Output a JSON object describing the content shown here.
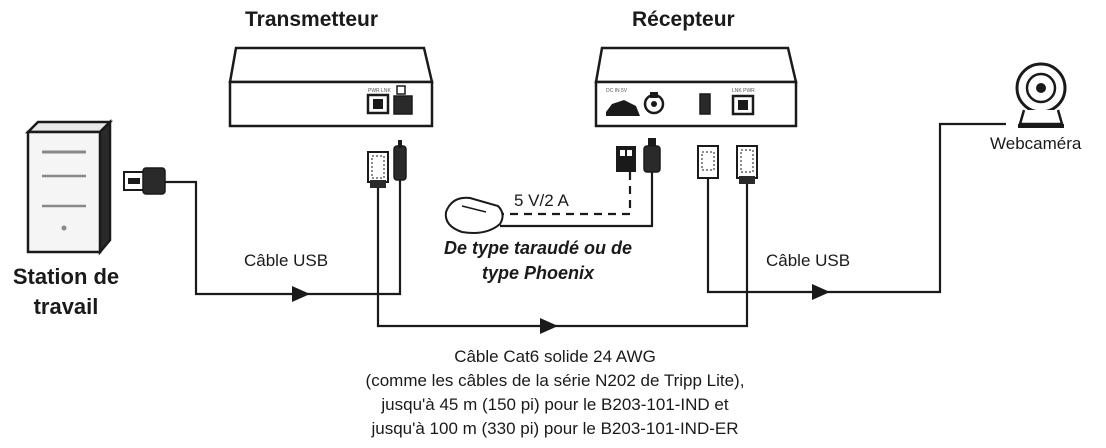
{
  "labels": {
    "transmitter": "Transmetteur",
    "receiver": "Récepteur",
    "workstation_line1": "Station de",
    "workstation_line2": "travail",
    "webcam": "Webcaméra",
    "usb_cable_left": "Câble USB",
    "usb_cable_right": "Câble USB",
    "power_rating": "5 V/2 A",
    "power_type_line1": "De type taraudé ou de",
    "power_type_line2": "type Phoenix",
    "cat6_line1": "Câble Cat6 solide 24 AWG",
    "cat6_line2": "(comme les câbles de la série N202 de Tripp Lite),",
    "cat6_line3": "jusqu'à 45 m (150 pi) pour le B203-101-IND et",
    "cat6_line4": "jusqu'à 100 m (330 pi) pour le B203-101-IND-ER"
  }
}
